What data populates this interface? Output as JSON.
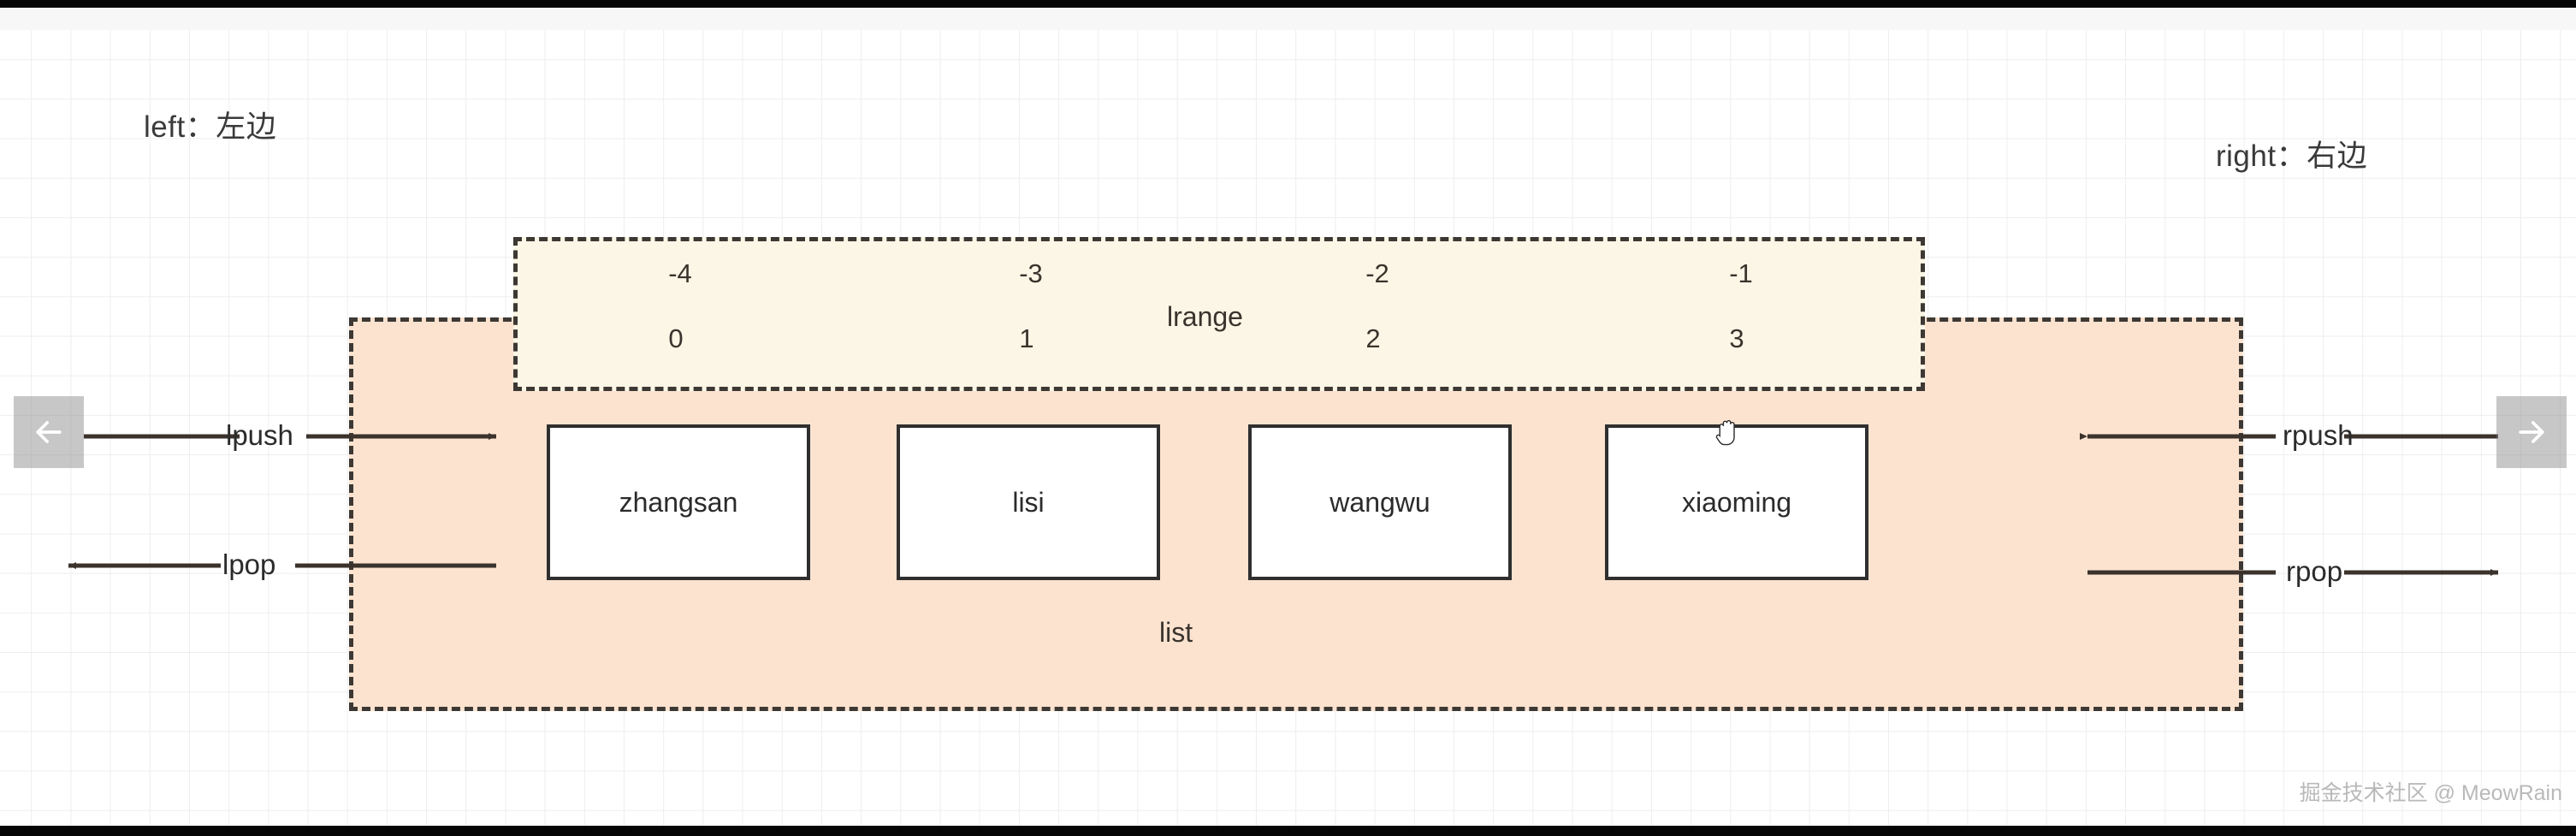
{
  "diagram": {
    "title_left": "left：左边",
    "title_right": "right：右边",
    "list_caption": "list",
    "lrange_caption": "lrange",
    "elements": [
      {
        "value": "zhangsan",
        "neg_index": "-4",
        "pos_index": "0"
      },
      {
        "value": "lisi",
        "neg_index": "-3",
        "pos_index": "1"
      },
      {
        "value": "wangwu",
        "neg_index": "-2",
        "pos_index": "2"
      },
      {
        "value": "xiaoming",
        "neg_index": "-1",
        "pos_index": "3"
      }
    ],
    "operations": {
      "lpush": "lpush",
      "lpop": "lpop",
      "rpush": "rpush",
      "rpop": "rpop"
    },
    "colors": {
      "list_fill": "#fbe3d0",
      "lrange_fill": "#fbf6e6",
      "dash_stroke": "#3d3833",
      "element_border": "#2f2f2f",
      "element_fill": "#ffffff",
      "arrow_stroke": "#3b322c",
      "grid_line": "#eeeeee"
    }
  },
  "nav": {
    "prev_icon": "arrow-left-icon",
    "next_icon": "arrow-right-icon"
  },
  "cursor": {
    "icon": "grab-hand-cursor"
  },
  "watermark": {
    "text": "掘金技术社区 @ MeowRain"
  }
}
